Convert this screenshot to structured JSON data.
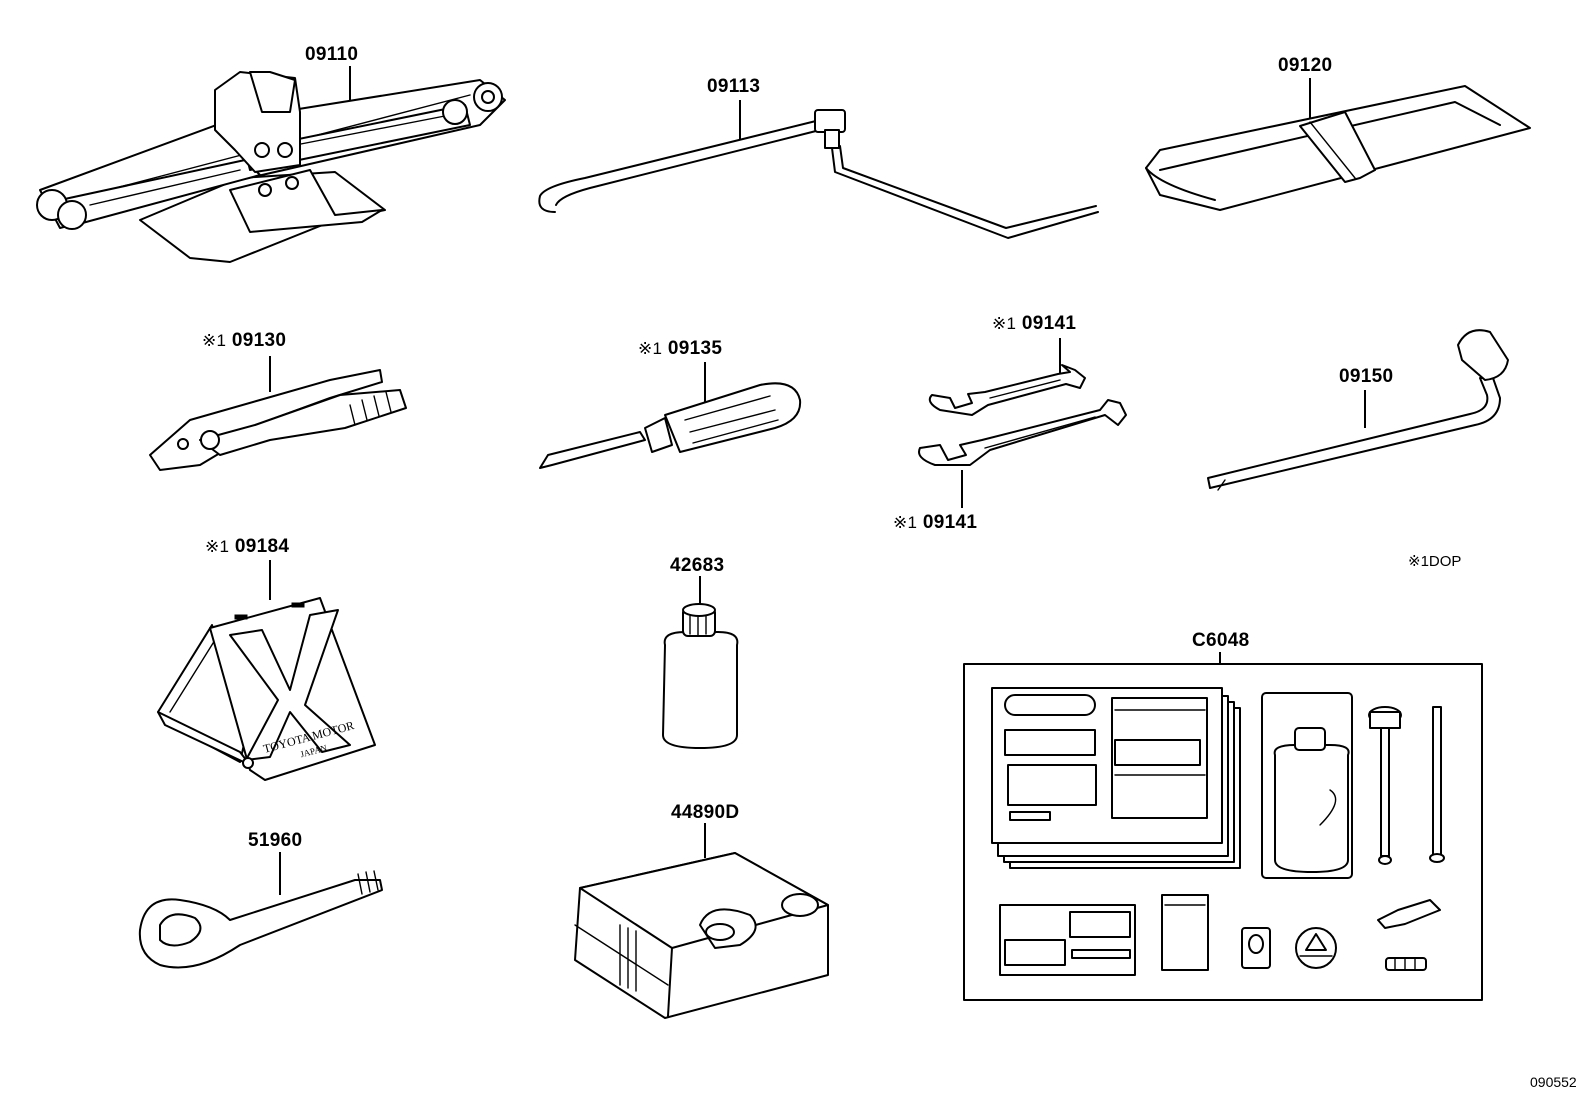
{
  "parts": {
    "jack": {
      "number": "09110"
    },
    "jack_handle": {
      "number": "09113"
    },
    "tool_bag": {
      "number": "09120"
    },
    "pliers": {
      "mark": "※1",
      "number": "09130"
    },
    "screwdriver": {
      "mark": "※1",
      "number": "09135"
    },
    "wrench_upper": {
      "mark": "※1",
      "number": "09141"
    },
    "wrench_lower": {
      "mark": "※1",
      "number": "09141"
    },
    "wheel_wrench": {
      "number": "09150"
    },
    "warning_plate": {
      "mark": "※1",
      "number": "09184",
      "text_line1": "TOYOTA MOTOR",
      "text_line2": "JAPAN"
    },
    "bottle": {
      "number": "42683"
    },
    "compressor": {
      "number": "44890D"
    },
    "towing_eye": {
      "number": "51960"
    },
    "repair_kit": {
      "number": "C6048"
    }
  },
  "legend": {
    "mark": "※1",
    "text": "DOP"
  },
  "diagram_id": "090552",
  "icon_names": [
    "scissor-jack-icon",
    "jack-handle-icon",
    "tool-bag-icon",
    "pliers-icon",
    "screwdriver-icon",
    "wrench-icon",
    "wheel-wrench-icon",
    "warning-plate-icon",
    "bottle-icon",
    "compressor-icon",
    "towing-eye-icon",
    "repair-kit-icon"
  ]
}
